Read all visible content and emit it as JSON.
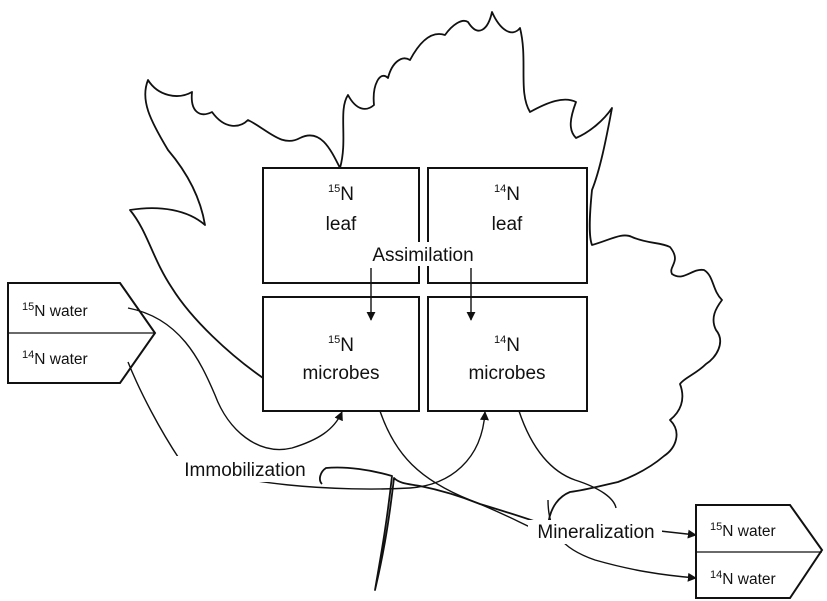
{
  "pools": {
    "n15_leaf": {
      "isotope": "15",
      "line1": "N",
      "line2": "leaf"
    },
    "n14_leaf": {
      "isotope": "14",
      "line1": "N",
      "line2": "leaf"
    },
    "n15_microbes": {
      "isotope": "15",
      "line1": "N",
      "line2": "microbes"
    },
    "n14_microbes": {
      "isotope": "14",
      "line1": "N",
      "line2": "microbes"
    }
  },
  "inputs": {
    "n15_water": {
      "isotope": "15",
      "text": "N water"
    },
    "n14_water": {
      "isotope": "14",
      "text": "N water"
    }
  },
  "outputs": {
    "n15_water": {
      "isotope": "15",
      "text": "N water"
    },
    "n14_water": {
      "isotope": "14",
      "text": "N water"
    }
  },
  "processes": {
    "assimilation": "Assimilation",
    "immobilization": "Immobilization",
    "mineralization": "Mineralization"
  },
  "colors": {
    "stroke": "#111111",
    "background": "#ffffff"
  }
}
